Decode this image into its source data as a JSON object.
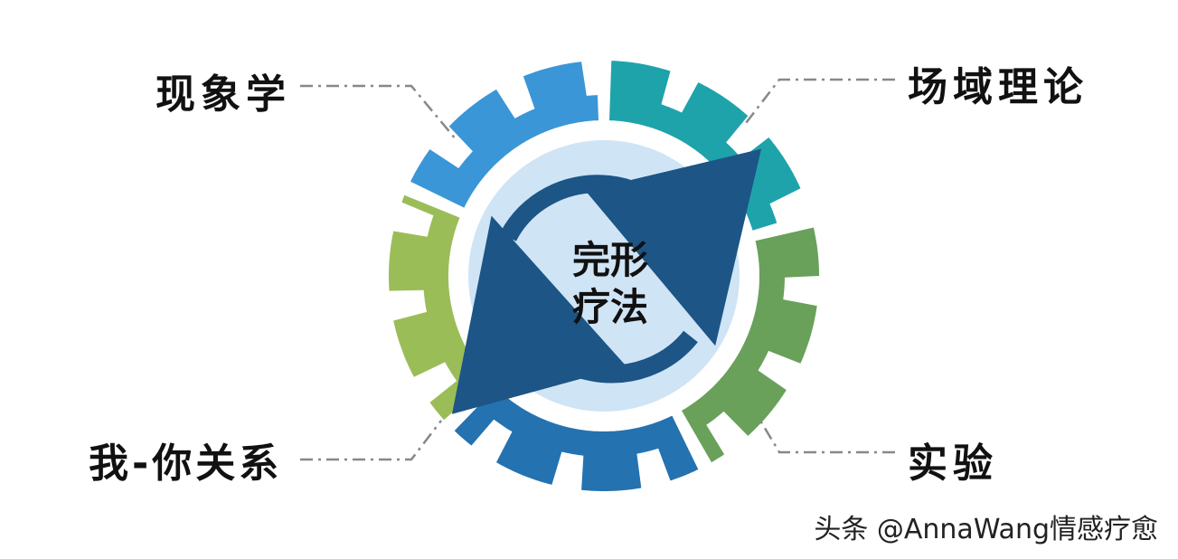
{
  "center": {
    "line1": "完形",
    "line2": "疗法"
  },
  "nodes": {
    "top_left": "现象学",
    "top_right": "场域理论",
    "bottom_left": "我-你关系",
    "bottom_right": "实验"
  },
  "watermark": "头条 @AnnaWang情感疗愈",
  "colors": {
    "segment_top_left": "#3a96d6",
    "segment_top_right": "#1ea3ab",
    "segment_right": "#69a05a",
    "segment_bottom": "#2472b0",
    "segment_left": "#9bbd58",
    "inner_circle": "#cfe4f5",
    "arrows": "#1c5586",
    "connector": "#888888"
  }
}
